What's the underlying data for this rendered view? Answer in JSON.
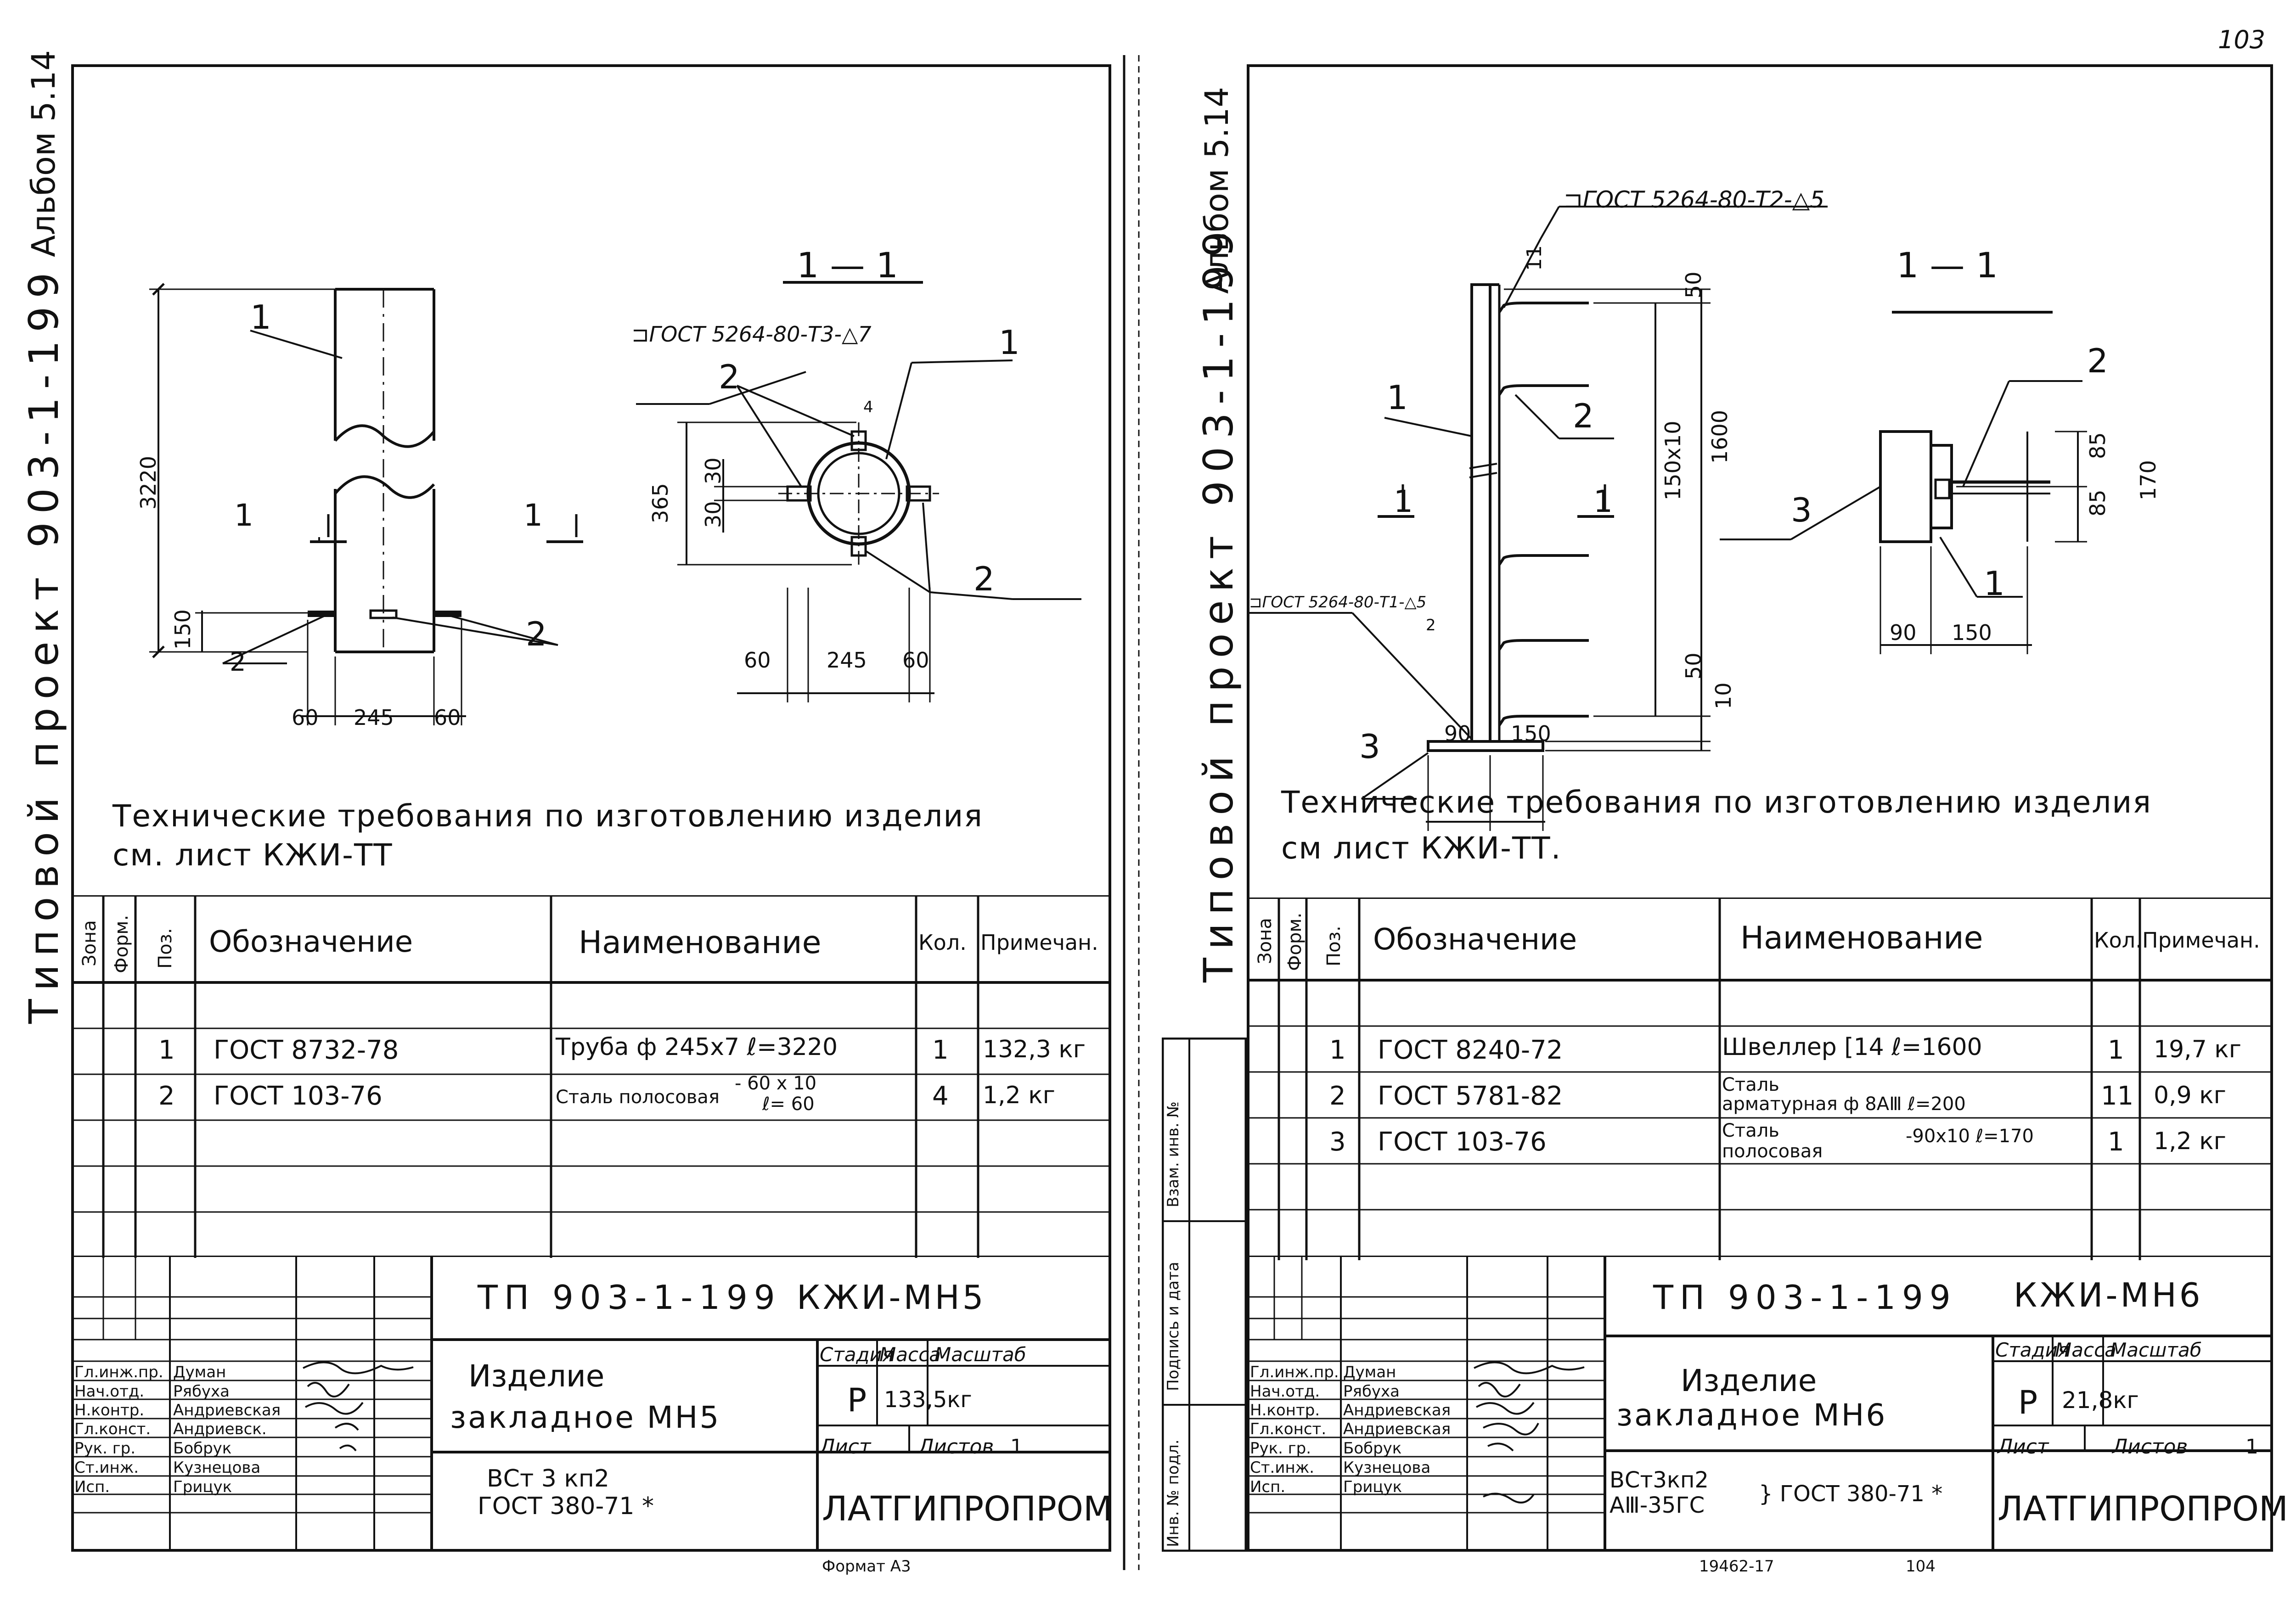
{
  "page": {
    "page_number": "103"
  },
  "left": {
    "margin": {
      "album": "Альбом 5.14",
      "project": "Типовой проект 903-1-199"
    },
    "drawing": {
      "section_title": "1 — 1",
      "weld_note": "⊐ГОСТ 5264-80-Т3-△7",
      "leader_1a": "1",
      "leader_1b": "1",
      "leader_2a": "2",
      "leader_2b": "2",
      "leader_2c": "2",
      "leader_2d": "2",
      "cut_left": "1",
      "cut_right": "1",
      "dims": {
        "height": "3220",
        "base": "150",
        "w1": "60",
        "w2": "245",
        "w3": "60",
        "s_h": "365",
        "s_a": "30",
        "s_b": "30",
        "s_c": "4",
        "s_w1": "60",
        "s_w2": "245",
        "s_w3": "60"
      }
    },
    "tech_note": {
      "line1": "Технические требования по изготовлению изделия",
      "line2": "см. лист КЖИ-ТТ"
    },
    "spec": {
      "headers": {
        "zone": "Зона",
        "format": "Форм.",
        "pos": "Поз.",
        "designation": "Обозначение",
        "name": "Наименование",
        "qty": "Кол.",
        "note": "Примечан."
      },
      "rows": [
        {
          "pos": "1",
          "designation": "ГОСТ 8732-78",
          "name": "Труба ф 245x7 ℓ=3220",
          "qty": "1",
          "note": "132,3 кг"
        },
        {
          "pos": "2",
          "designation": "ГОСТ 103-76",
          "name": "Сталь полосовая",
          "name2": "- 60 x 10",
          "name3": "ℓ= 60",
          "qty": "4",
          "note": "1,2 кг"
        }
      ]
    },
    "title_block": {
      "code": "ТП 903-1-199",
      "sheet_code": "КЖИ-МН5",
      "item_line1": "Изделие",
      "item_line2": "закладное МН5",
      "material_line1": "ВСт 3 кп2",
      "material_line2": "ГОСТ 380-71 *",
      "stage_label": "Стадия",
      "mass_label": "Масса",
      "scale_label": "Масштаб",
      "stage": "Р",
      "mass": "133,5кг",
      "sheet_label": "Лист",
      "sheets_label": "Листов",
      "sheets": "1",
      "org": "ЛАТГИПРОПРОМ",
      "roles": [
        "Гл.инж.пр.",
        "Нач.отд.",
        "Н.контр.",
        "Гл.конст.",
        "Рук. гр.",
        "Ст.инж.",
        "Исп."
      ],
      "names": [
        "Думан",
        "Рябуха",
        "Андриевская",
        "Андриевск.",
        "Бобрук",
        "Кузнецова",
        "Грицук"
      ],
      "format": "Формат А3"
    }
  },
  "right": {
    "margin": {
      "album": "Альбом 5.14",
      "project": "Типовой проект 903-1-199"
    },
    "stamp_strip": {
      "s1": "Инв. № подл.",
      "s2": "Подпись и дата",
      "s3": "Взам. инв. №"
    },
    "drawing": {
      "section_title": "1 — 1",
      "weld_top": "⊐ГОСТ 5264-80-Т2-△5",
      "weld_bottom": "⊐ГОСТ 5264-80-Т1-△5",
      "leader_11": "11",
      "leader_1": "1",
      "leader_2": "2",
      "leader_3": "3",
      "sec_2": "2",
      "sec_3": "3",
      "sec_1": "1",
      "cut_left": "1",
      "cut_right": "1",
      "dims": {
        "top": "50",
        "pitch": "150x10",
        "height": "1600",
        "bottom": "50",
        "base_t": "10",
        "w1": "90",
        "w2": "150",
        "s_85a": "85",
        "s_85b": "85",
        "s_170": "170",
        "s_w1": "90",
        "s_w2": "150",
        "small_2": "2"
      }
    },
    "tech_note": {
      "line1": "Технические требования по изготовлению изделия",
      "line2": "см лист КЖИ-ТТ."
    },
    "spec": {
      "headers": {
        "zone": "Зона",
        "format": "Форм.",
        "pos": "Поз.",
        "designation": "Обозначение",
        "name": "Наименование",
        "qty": "Кол.",
        "note": "Примечан."
      },
      "rows": [
        {
          "pos": "1",
          "designation": "ГОСТ 8240-72",
          "name": "Швеллер [14 ℓ=1600",
          "qty": "1",
          "note": "19,7 кг"
        },
        {
          "pos": "2",
          "designation": "ГОСТ 5781-82",
          "name": "Сталь",
          "name2": "арматурная ф 8АⅢ ℓ=200",
          "qty": "11",
          "note": "0,9 кг"
        },
        {
          "pos": "3",
          "designation": "ГОСТ 103-76",
          "name": "Сталь",
          "name2": "полосовая",
          "name3": "-90x10 ℓ=170",
          "qty": "1",
          "note": "1,2 кг"
        }
      ]
    },
    "title_block": {
      "code": "ТП 903-1-199",
      "sheet_code": "КЖИ-МН6",
      "item_line1": "Изделие",
      "item_line2": "закладное МН6",
      "material_line1": "ВСт3кп2",
      "material_line2": "АⅢ-35ГС",
      "material_gost": "} ГОСТ 380-71 *",
      "stage_label": "Стадия",
      "mass_label": "Масса",
      "scale_label": "Масштаб",
      "stage": "Р",
      "mass": "21,8кг",
      "sheet_label": "Лист",
      "sheets_label": "Листов",
      "sheets": "1",
      "org": "ЛАТГИПРОПРОМ",
      "roles": [
        "Гл.инж.пр.",
        "Нач.отд.",
        "Н.контр.",
        "Гл.конст.",
        "Рук. гр.",
        "Ст.инж.",
        "Исп."
      ],
      "names": [
        "Думан",
        "Рябуха",
        "Андриевская",
        "Андриевская",
        "Бобрук",
        "Кузнецова",
        "Грицук"
      ],
      "bottom_note_left": "19462-17",
      "bottom_note_right": "104"
    }
  }
}
